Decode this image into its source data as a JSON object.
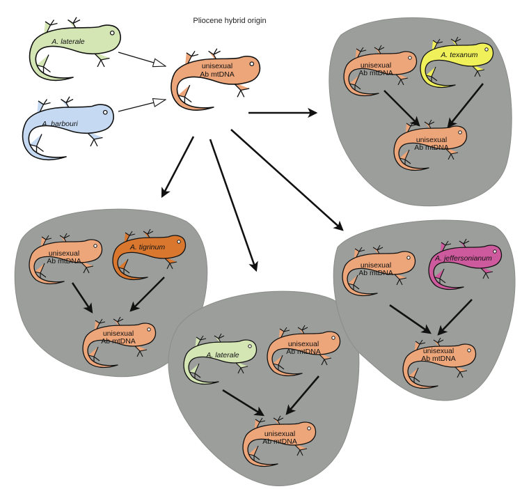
{
  "title": "Pliocene hybrid origin",
  "label_unisexual": "unisexual",
  "label_mtdna": "Ab mtDNA",
  "species": {
    "laterale": "A. laterale",
    "barbouri": "A. barbouri",
    "texanum": "A. texanum",
    "tigrinum": "A. tigrinum",
    "jeffersonianum": "A. jeffersonianum"
  },
  "colors": {
    "unisexual": "#eda57a",
    "laterale": "#d5e6b5",
    "barbouri": "#c5d9f2",
    "texanum": "#f0f05a",
    "tigrinum": "#d9772e",
    "jeffersonianum": "#cc5a9c",
    "lineage_blob": "#9c9e9b"
  }
}
